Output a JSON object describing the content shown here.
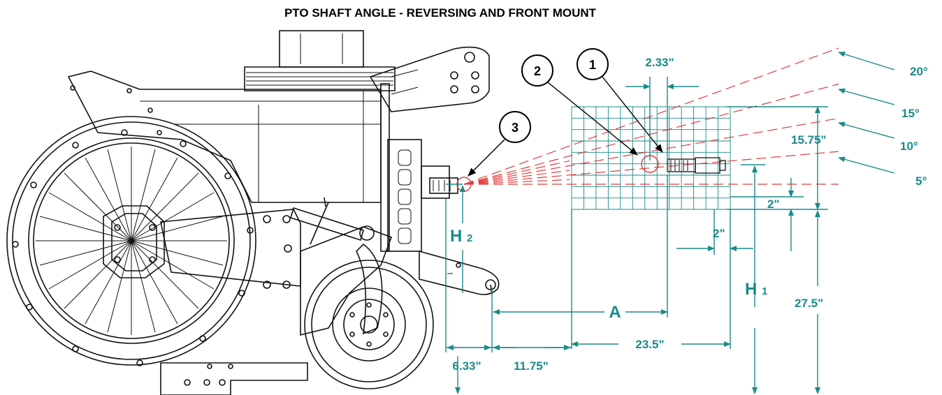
{
  "title": "PTO SHAFT ANGLE - REVERSING AND FRONT MOUNT",
  "callouts": {
    "c1": "1",
    "c2": "2",
    "c3": "3"
  },
  "angles": {
    "a20": "20°",
    "a15": "15°",
    "a10": "10°",
    "a5": "5°"
  },
  "dimensions": {
    "d233": "2.33\"",
    "d1575": "15.75\"",
    "d2_vertical": "2\"",
    "d2_horizontal": "2\"",
    "dA": "A",
    "dH1_main": "H",
    "dH1_sub": "1",
    "dH2_main": "H",
    "dH2_sub": "2",
    "d275": "27.5\"",
    "d235": "23.5\"",
    "d633": "6.33\"",
    "d1175": "11.75\""
  },
  "colors": {
    "dimension": "#1a8a8a",
    "angle_lines": "#e23a3a",
    "linework": "#111111"
  }
}
